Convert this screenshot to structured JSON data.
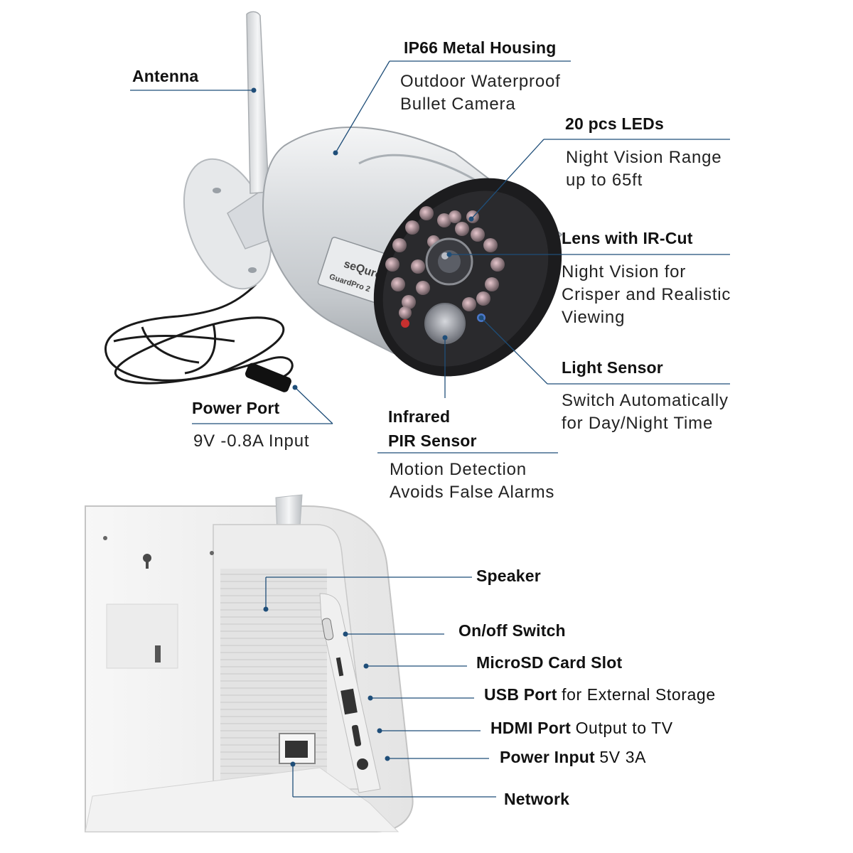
{
  "camera": {
    "antenna": {
      "title": "Antenna"
    },
    "housing": {
      "title": "IP66 Metal Housing",
      "desc": [
        "Outdoor Waterproof",
        "Bullet Camera"
      ]
    },
    "leds": {
      "title": "20 pcs LEDs",
      "desc": [
        "Night Vision Range",
        "up to 65ft"
      ]
    },
    "lens": {
      "title": "Lens with IR-Cut",
      "desc": [
        "Night Vision for",
        "Crisper and Realistic",
        "Viewing"
      ]
    },
    "light_sensor": {
      "title": "Light Sensor",
      "desc": [
        "Switch Automatically",
        "for Day/Night Time"
      ]
    },
    "power_port": {
      "title": "Power Port",
      "desc": [
        "9V -0.8A Input"
      ]
    },
    "pir": {
      "title": [
        "Infrared",
        "PIR Sensor"
      ],
      "desc": [
        "Motion Detection",
        "Avoids False Alarms"
      ]
    },
    "brand_label": "seQuro",
    "model_label": "GuardPro 2"
  },
  "monitor": {
    "speaker": {
      "title": "Speaker"
    },
    "switch": {
      "title": "On/off Switch"
    },
    "sd": {
      "title": "MicroSD Card Slot"
    },
    "usb": {
      "title": "USB Port",
      "desc": "for External Storage"
    },
    "hdmi": {
      "title": "HDMI Port",
      "desc": "Output to TV"
    },
    "power": {
      "title": "Power Input",
      "desc": "5V 3A"
    },
    "network": {
      "title": "Network"
    }
  },
  "colors": {
    "leader": "#1f4e79",
    "rule": "#2b5f8a"
  }
}
